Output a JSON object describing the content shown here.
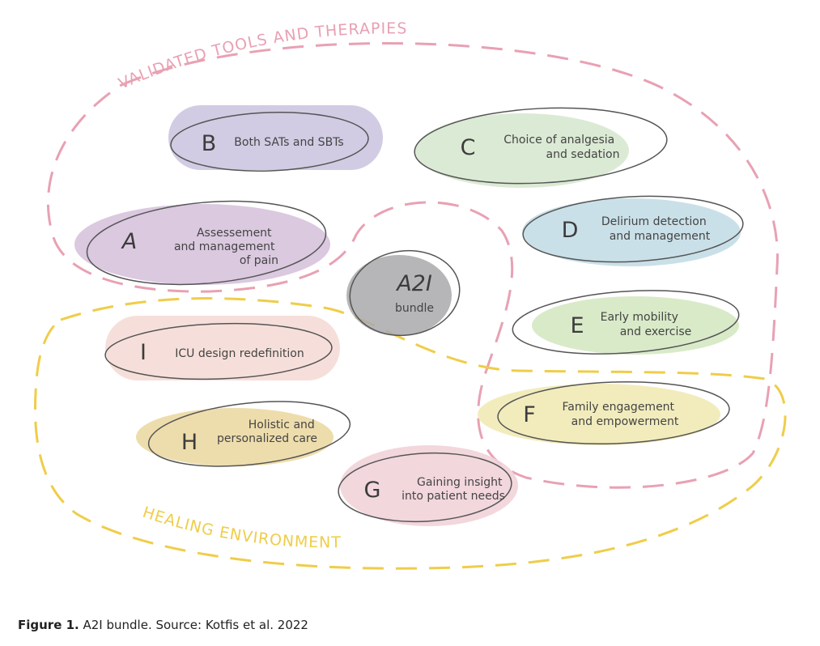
{
  "regions": {
    "tools": {
      "label": "VALIDATED TOOLS AND THERAPIES",
      "color": "#e8a1b3"
    },
    "healing": {
      "label": "HEALING ENVIRONMENT",
      "color": "#efcd49"
    }
  },
  "center": {
    "title": "A2I",
    "subtitle": "bundle",
    "color": "#a9a9ab"
  },
  "nodes": {
    "a": {
      "letter": "A",
      "lines": [
        "Assessement",
        "and management",
        "of pain"
      ],
      "color": "#d7c3dd"
    },
    "b": {
      "letter": "B",
      "lines": [
        "Both SATs and SBTs"
      ],
      "color": "#c9c3de"
    },
    "c": {
      "letter": "C",
      "lines": [
        "Choice of analgesia",
        "and sedation"
      ],
      "color": "#d7e8cf"
    },
    "d": {
      "letter": "D",
      "lines": [
        "Delirium detection",
        "and management"
      ],
      "color": "#c4dde6"
    },
    "e": {
      "letter": "E",
      "lines": [
        "Early mobility",
        "and exercise"
      ],
      "color": "#d5e8c2"
    },
    "f": {
      "letter": "F",
      "lines": [
        "Family engagement",
        "and empowerment"
      ],
      "color": "#f1eab6"
    },
    "g": {
      "letter": "G",
      "lines": [
        "Gaining insight",
        "into patient needs"
      ],
      "color": "#f1d3d9"
    },
    "h": {
      "letter": "H",
      "lines": [
        "Holistic and",
        "personalized care"
      ],
      "color": "#ecd9a3"
    },
    "i": {
      "letter": "I",
      "lines": [
        "ICU design redefinition"
      ],
      "color": "#f5dcd6"
    }
  },
  "caption": {
    "label": "Figure 1.",
    "text": " A2I bundle. Source: Kotfis et al. 2022"
  }
}
